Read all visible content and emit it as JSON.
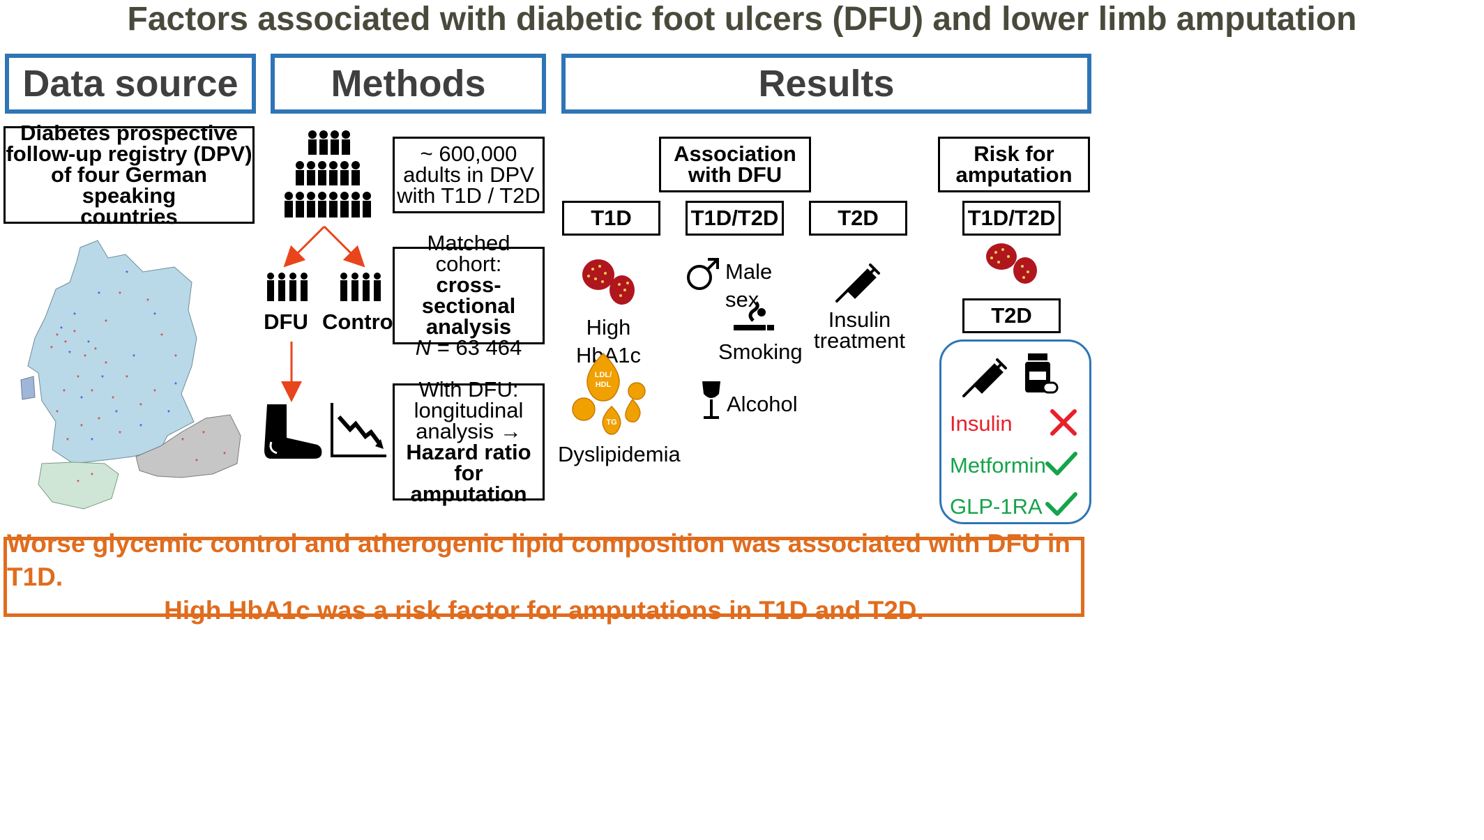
{
  "title": "Factors associated with diabetic foot ulcers (DFU) and lower limb amputation",
  "headers": {
    "data_source": "Data source",
    "methods": "Methods",
    "results": "Results"
  },
  "data_source": {
    "registry_line1": "Diabetes prospective",
    "registry_line2": "follow-up registry (DPV)",
    "registry_line3": "of four German speaking",
    "registry_line4": "countries"
  },
  "methods": {
    "box1": {
      "line1": "~ 600,000",
      "line2": "adults  in DPV",
      "line3": "with T1D / T2D"
    },
    "group_dfu": "DFU",
    "group_control": "Control",
    "box2": {
      "line1": "Matched cohort:",
      "line2": "cross-sectional",
      "line3": "analysis",
      "n_label": "N",
      "n_value": " = 63 464"
    },
    "box3": {
      "line1": "With DFU:",
      "line2": "longitudinal",
      "line3": "analysis →",
      "line4": "Hazard ratio",
      "line5": "for amputation"
    }
  },
  "results": {
    "association": {
      "line1": "Association",
      "line2": "with DFU"
    },
    "risk": {
      "line1": "Risk for",
      "line2": "amputation"
    },
    "col_t1d": "T1D",
    "col_t1d_t2d": "T1D/T2D",
    "col_t2d": "T2D",
    "risk_t1d_t2d": "T1D/T2D",
    "risk_t2d": "T2D",
    "high_hba1c": "High HbA1c",
    "dyslipidemia": "Dyslipidemia",
    "ldl_label": "LDL/",
    "hdl_label": "HDL",
    "tg_label": "TG",
    "male_sex": "Male sex",
    "smoking": "Smoking",
    "alcohol": "Alcohol",
    "insulin_treatment_line1": "Insulin",
    "insulin_treatment_line2": "treatment",
    "drugs": [
      {
        "name": "Insulin",
        "color": "#e8202a",
        "mark": "cross"
      },
      {
        "name": "Metformin",
        "color": "#16a34a",
        "mark": "check"
      },
      {
        "name": "GLP-1RA",
        "color": "#16a34a",
        "mark": "check"
      }
    ]
  },
  "conclusion": {
    "line1": "Worse glycemic control and atherogenic lipid composition was associated with DFU in T1D.",
    "line2": "High HbA1c was a risk factor for amputations in T1D and T2D."
  },
  "colors": {
    "header_border": "#2e75b6",
    "conclusion": "#e06c1e",
    "arrow": "#e8451c",
    "blood_cell": "#b0161e",
    "lipid": "#f0a000"
  }
}
